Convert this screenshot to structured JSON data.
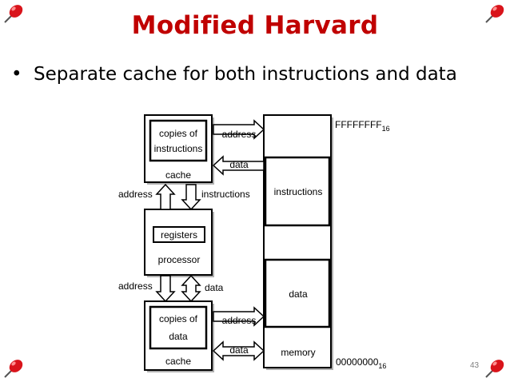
{
  "slide": {
    "title": "Modified Harvard",
    "bullet": "Separate cache for both instructions and data",
    "page_number": "43"
  },
  "colors": {
    "title": "#c00000",
    "pin_red": "#d9141b",
    "box_shadow": "#b0b0b0"
  },
  "icons": [
    "pushpin-icon"
  ],
  "diagram": {
    "instruction_cache": {
      "inner_line1": "copies of",
      "inner_line2": "instructions",
      "label": "cache"
    },
    "processor": {
      "registers": "registers",
      "label": "processor"
    },
    "data_cache": {
      "inner_line1": "copies of",
      "inner_line2": "data",
      "label": "cache"
    },
    "memory": {
      "instructions": "instructions",
      "data": "data",
      "label": "memory",
      "top_address": "FFFFFFFF",
      "bottom_address": "00000000",
      "subscript": "16"
    },
    "arrows": {
      "icache_address": "address",
      "icache_data": "data",
      "proc_icache_address": "address",
      "proc_icache_instructions": "instructions",
      "proc_dcache_address": "address",
      "proc_dcache_data": "data",
      "dcache_address": "address",
      "dcache_data": "data"
    }
  }
}
